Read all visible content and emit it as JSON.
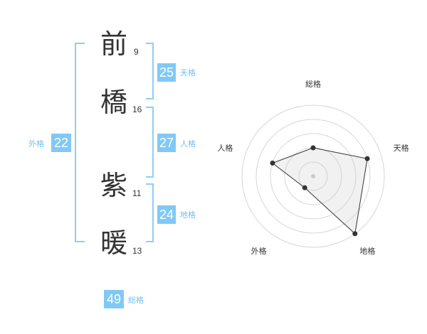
{
  "name": {
    "characters": [
      {
        "char": "前",
        "strokes": "9"
      },
      {
        "char": "橋",
        "strokes": "16"
      },
      {
        "char": "紫",
        "strokes": "11"
      },
      {
        "char": "暖",
        "strokes": "13"
      }
    ]
  },
  "fortune": {
    "tenkaku": {
      "value": "25",
      "label": "天格"
    },
    "jinkaku": {
      "value": "27",
      "label": "人格"
    },
    "chikaku": {
      "value": "24",
      "label": "地格"
    },
    "gaikaku": {
      "value": "22",
      "label": "外格"
    },
    "soukaku": {
      "value": "49",
      "label": "総格"
    }
  },
  "colors": {
    "accent": "#80c9f7",
    "bracket": "#8fcdf5",
    "text": "#333333"
  },
  "chart_data": {
    "type": "radar",
    "axes": [
      "総格",
      "天格",
      "地格",
      "外格",
      "人格"
    ],
    "values": [
      2,
      4,
      5,
      1,
      3
    ],
    "rings": 5,
    "max": 5
  }
}
